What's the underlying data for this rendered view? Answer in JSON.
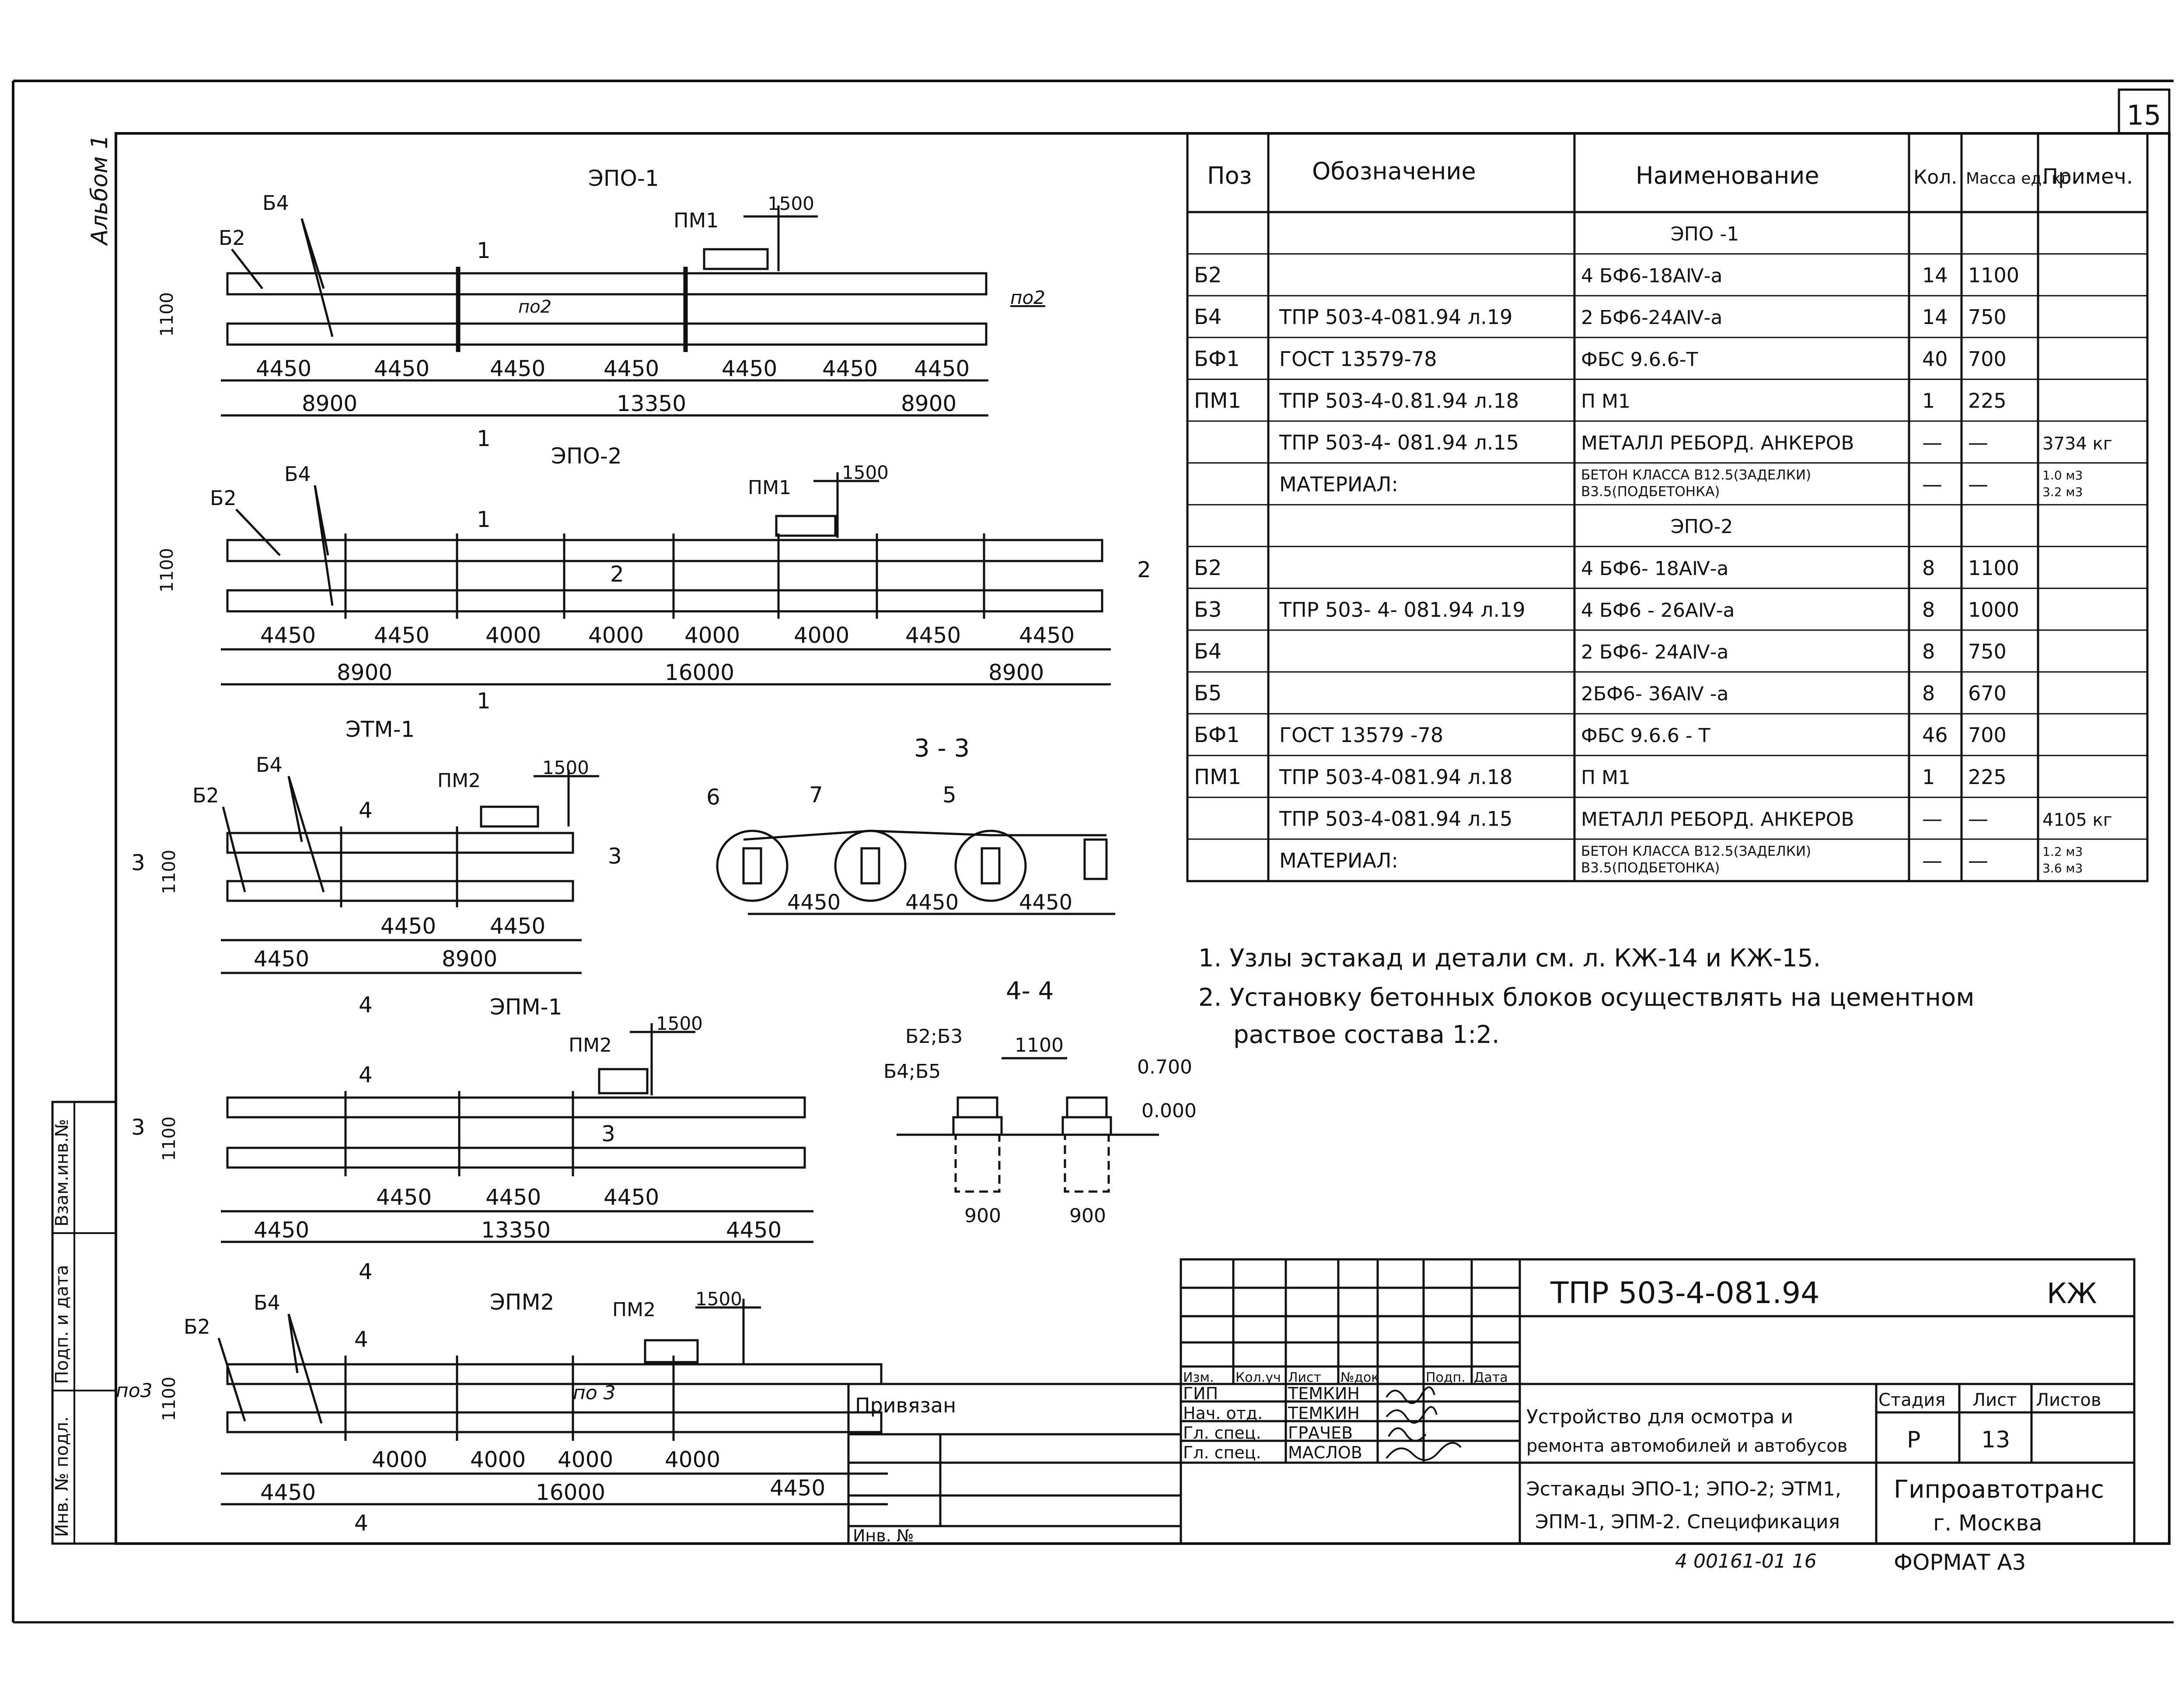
{
  "sheet": {
    "album_label": "Альбом 1",
    "page_number": "15",
    "format": "ФОРМАТ А3",
    "archive_number": "4 00161-01 16"
  },
  "side_stamp": {
    "inv_no": "Инв. № подл.",
    "sign_date": "Подп. и дата",
    "vzam_inv": "Взам.инв.№"
  },
  "drawings": {
    "epo1": {
      "title": "ЭПО-1",
      "labels": [
        "Б2",
        "Б4",
        "ПМ1",
        "1500",
        "1100",
        "по2",
        "по2"
      ],
      "section_marks": [
        "1",
        "1"
      ],
      "dims_top": [
        "4450",
        "4450",
        "4450",
        "4450",
        "4450",
        "4450",
        "4450"
      ],
      "dims_bottom": [
        "8900",
        "13350",
        "8900"
      ]
    },
    "epo2": {
      "title": "ЭПО-2",
      "labels": [
        "Б2",
        "Б4",
        "ПМ1",
        "1500",
        "1100",
        "2",
        "2"
      ],
      "section_marks": [
        "1",
        "1"
      ],
      "dims_top": [
        "4450",
        "4450",
        "4000",
        "4000",
        "4000",
        "4000",
        "4450",
        "4450"
      ],
      "dims_bottom": [
        "8900",
        "16000",
        "8900"
      ]
    },
    "etm1": {
      "title": "ЭТМ-1",
      "labels": [
        "Б2",
        "Б4",
        "ПМ2",
        "1500",
        "1100",
        "3",
        "3"
      ],
      "section_marks": [
        "4",
        "4"
      ],
      "dims_top": [
        "4450",
        "4450"
      ],
      "dims_bottom": [
        "4450",
        "8900"
      ]
    },
    "section33": {
      "title": "3 - 3",
      "labels": [
        "6",
        "7",
        "5"
      ],
      "dims": [
        "4450",
        "4450",
        "4450"
      ]
    },
    "epm1": {
      "title": "ЭПМ-1",
      "labels": [
        "ПМ2",
        "1500",
        "1100",
        "3",
        "3"
      ],
      "section_marks": [
        "4",
        "4"
      ],
      "dims_top": [
        "4450",
        "4450",
        "4450"
      ],
      "dims_bottom": [
        "4450",
        "13350",
        "4450"
      ]
    },
    "section44": {
      "title": "4- 4",
      "labels": [
        "Б2;Б3",
        "Б4;Б5",
        "1100",
        "0.700",
        "0.000",
        "900",
        "900"
      ]
    },
    "epm2": {
      "title": "ЭПМ2",
      "labels": [
        "Б2",
        "Б4",
        "ПМ2",
        "1500",
        "1100",
        "по3",
        "по 3"
      ],
      "section_marks": [
        "4",
        "4"
      ],
      "dims_top": [
        "4000",
        "4000",
        "4000",
        "4000"
      ],
      "dims_bottom": [
        "4450",
        "16000",
        "4450"
      ]
    }
  },
  "spec": {
    "headers": [
      "Поз",
      "Обозначение",
      "Наименование",
      "Кол.",
      "Масса ед. кг",
      "Примеч."
    ],
    "rows": [
      {
        "pos": "",
        "designation": "",
        "name": "ЭПО -1",
        "qty": "",
        "mass": "",
        "note": ""
      },
      {
        "pos": "Б2",
        "designation": "",
        "name": "4 БФ6-18АⅣ-а",
        "qty": "14",
        "mass": "1100",
        "note": ""
      },
      {
        "pos": "Б4",
        "designation": "ТПР 503-4-081.94 л.19",
        "name": "2 БФ6-24АⅣ-а",
        "qty": "14",
        "mass": "750",
        "note": ""
      },
      {
        "pos": "БФ1",
        "designation": "ГОСТ 13579-78",
        "name": "ФБС 9.6.6-Т",
        "qty": "40",
        "mass": "700",
        "note": ""
      },
      {
        "pos": "ПМ1",
        "designation": "ТПР 503-4-0.81.94 л.18",
        "name": "П М1",
        "qty": "1",
        "mass": "225",
        "note": ""
      },
      {
        "pos": "",
        "designation": "ТПР 503-4- 081.94 л.15",
        "name": "МЕТАЛЛ РЕБОРД. АНКЕРОВ",
        "qty": "—",
        "mass": "—",
        "note": "3734 кг"
      },
      {
        "pos": "",
        "designation": "МАТЕРИАЛ:",
        "name": "БЕТОН КЛАССА  В12.5(ЗАДЕЛКИ) / В3.5(ПОДБЕТОНКА)",
        "qty": "—",
        "mass": "—",
        "note": "1.0 м3 / 3.2 м3"
      },
      {
        "pos": "",
        "designation": "",
        "name": "ЭПО-2",
        "qty": "",
        "mass": "",
        "note": ""
      },
      {
        "pos": "Б2",
        "designation": "",
        "name": "4 БФ6- 18АⅣ-а",
        "qty": "8",
        "mass": "1100",
        "note": ""
      },
      {
        "pos": "Б3",
        "designation": "ТПР 503- 4- 081.94 л.19",
        "name": "4 БФ6 - 26АⅣ-а",
        "qty": "8",
        "mass": "1000",
        "note": ""
      },
      {
        "pos": "Б4",
        "designation": "",
        "name": "2 БФ6- 24АⅣ-а",
        "qty": "8",
        "mass": "750",
        "note": ""
      },
      {
        "pos": "Б5",
        "designation": "",
        "name": "2БФ6- 36АⅣ -а",
        "qty": "8",
        "mass": "670",
        "note": ""
      },
      {
        "pos": "БФ1",
        "designation": "ГОСТ 13579 -78",
        "name": "ФБС 9.6.6 - Т",
        "qty": "46",
        "mass": "700",
        "note": ""
      },
      {
        "pos": "ПМ1",
        "designation": "ТПР 503-4-081.94  л.18",
        "name": "П М1",
        "qty": "1",
        "mass": "225",
        "note": ""
      },
      {
        "pos": "",
        "designation": "ТПР 503-4-081.94  л.15",
        "name": "МЕТАЛЛ РЕБОРД. АНКЕРОВ",
        "qty": "—",
        "mass": "—",
        "note": "4105 кг"
      },
      {
        "pos": "",
        "designation": "МАТЕРИАЛ:",
        "name": "БЕТОН КЛАССА  В12.5(ЗАДЕЛКИ) / В3.5(ПОДБЕТОНКА)",
        "qty": "—",
        "mass": "—",
        "note": "1.2 м3 / 3.6 м3"
      }
    ]
  },
  "notes": [
    "1. Узлы эстакад и   детали  см. л. КЖ-14 и КЖ-15.",
    "2. Установку бетонных блоков осуществлять на цементном",
    "раствое состава 1:2."
  ],
  "title_block": {
    "project_code": "ТПР  503-4-081.94",
    "mark": "КЖ",
    "privyazan": "Привязан",
    "inv_no": "Инв. №",
    "rev_headers": [
      "Изм.",
      "Кол.уч",
      "Лист",
      "№док",
      "Подп.",
      "Дата"
    ],
    "staff": [
      {
        "role": "ГИП",
        "name": "ТЕМКИН"
      },
      {
        "role": "Нач. отд.",
        "name": "ТЕМКИН"
      },
      {
        "role": "Гл. спец.",
        "name": "ГРАЧЕВ"
      },
      {
        "role": "Гл. спец.",
        "name": "МАСЛОВ"
      }
    ],
    "object_title": [
      "Устройство для осмотра и",
      "ремонта автомобилей и автобусов"
    ],
    "sheet_title": [
      "Эстакады ЭПО-1; ЭПО-2; ЭТМ1,",
      "ЭПМ-1, ЭПМ-2. Спецификация"
    ],
    "stage_label": "Стадия",
    "sheet_label": "Лист",
    "sheets_label": "Листов",
    "stage": "Р",
    "sheet": "13",
    "sheets": "",
    "org": "Гипроавтотранс",
    "city": "г. Москва"
  }
}
